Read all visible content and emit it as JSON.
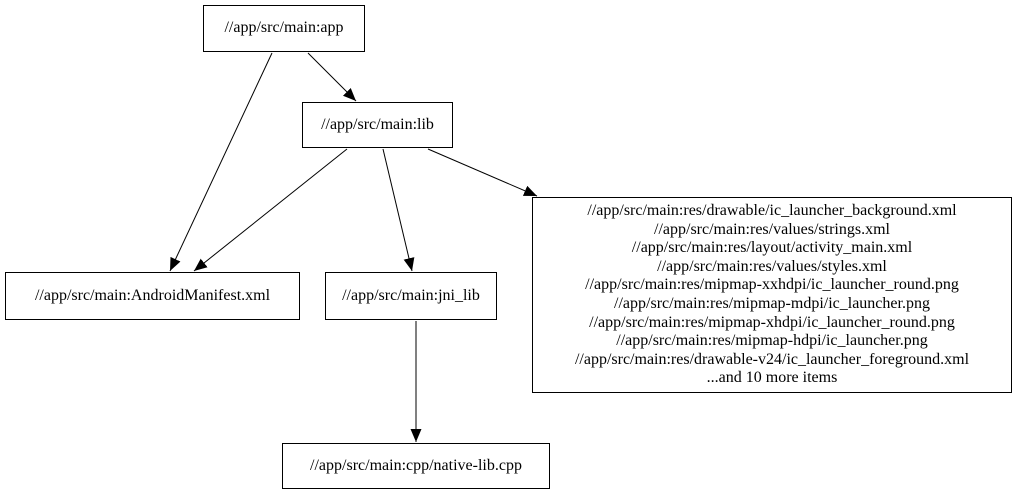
{
  "diagram": {
    "type": "dependency-graph",
    "colors": {
      "background": "#ffffff",
      "node_fill": "#ffffff",
      "node_border": "#000000",
      "edge": "#000000",
      "text": "#000000"
    },
    "nodes": {
      "app": {
        "label": "//app/src/main:app"
      },
      "lib": {
        "label": "//app/src/main:lib"
      },
      "android_manifest": {
        "label": "//app/src/main:AndroidManifest.xml"
      },
      "jni_lib": {
        "label": "//app/src/main:jni_lib"
      },
      "native_lib": {
        "label": "//app/src/main:cpp/native-lib.cpp"
      },
      "resources": {
        "lines": [
          "//app/src/main:res/drawable/ic_launcher_background.xml",
          "//app/src/main:res/values/strings.xml",
          "//app/src/main:res/layout/activity_main.xml",
          "//app/src/main:res/values/styles.xml",
          "//app/src/main:res/mipmap-xxhdpi/ic_launcher_round.png",
          "//app/src/main:res/mipmap-mdpi/ic_launcher.png",
          "//app/src/main:res/mipmap-xhdpi/ic_launcher_round.png",
          "//app/src/main:res/mipmap-hdpi/ic_launcher.png",
          "//app/src/main:res/drawable-v24/ic_launcher_foreground.xml",
          "...and 10 more items"
        ]
      }
    },
    "edges": [
      {
        "from": "//app/src/main:app",
        "to": "//app/src/main:lib"
      },
      {
        "from": "//app/src/main:app",
        "to": "//app/src/main:AndroidManifest.xml"
      },
      {
        "from": "//app/src/main:lib",
        "to": "//app/src/main:AndroidManifest.xml"
      },
      {
        "from": "//app/src/main:lib",
        "to": "//app/src/main:jni_lib"
      },
      {
        "from": "//app/src/main:lib",
        "to": "resources-group"
      },
      {
        "from": "//app/src/main:jni_lib",
        "to": "//app/src/main:cpp/native-lib.cpp"
      }
    ]
  }
}
